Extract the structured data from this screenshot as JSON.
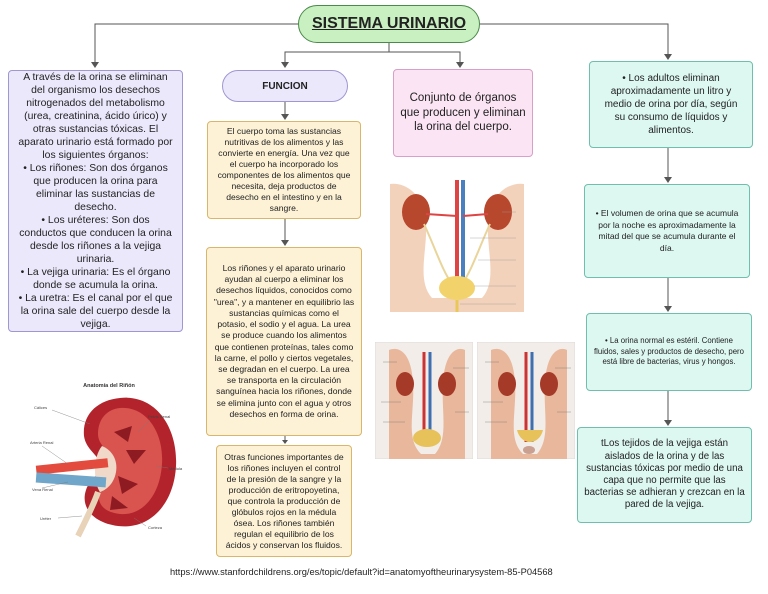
{
  "title": "SISTEMA URINARIO",
  "left_box": "A través de la orina se eliminan del organismo los desechos nitrogenados del metabolismo (urea, creatinina, ácido úrico) y otras sustancias tóxicas. El aparato urinario está formado por los siguientes órganos:\n• Los riñones: Son dos órganos que producen la orina para eliminar las sustancias de desecho.\n• Los uréteres: Son dos conductos que conducen la orina desde los riñones a la vejiga urinaria.\n• La vejiga urinaria: Es el órgano donde se acumula la orina.\n• La uretra: Es el canal por el que la orina sale del cuerpo desde la vejiga.",
  "funcion_label": "FUNCION",
  "funcion_boxes": [
    "El cuerpo toma las sustancias nutritivas de los alimentos y las convierte en energía. Una vez que el cuerpo ha incorporado los componentes de los alimentos que necesita, deja productos de desecho en el intestino y en la sangre.",
    "Los riñones y el aparato urinario ayudan al cuerpo a eliminar los desechos líquidos, conocidos como \"urea\", y a mantener en equilibrio las sustancias químicas como el potasio, el sodio y el agua. La urea se produce cuando los alimentos que contienen proteínas, tales como la carne, el pollo y ciertos vegetales, se degradan en el cuerpo. La urea se transporta en la circulación sanguínea hacia los riñones, donde se elimina junto con el agua y otros desechos en forma de orina.",
    "Otras funciones importantes de los riñones incluyen el control de la presión de la sangre y la producción de eritropoyetina, que controla la producción de glóbulos rojos en la médula ósea. Los riñones también regulan el equilibrio de los ácidos y conservan los fluidos."
  ],
  "definition_box": "Conjunto de órganos que producen y eliminan la orina del cuerpo.",
  "right_boxes": [
    "• Los adultos eliminan aproximadamente un litro y medio de orina por día, según su consumo de líquidos y alimentos.",
    "• El volumen de orina que se acumula por la noche es aproximadamente la mitad del que se acumula durante el día.",
    "• La orina normal es estéril. Contiene fluidos, sales y productos de desecho, pero está libre de bacterias, virus y hongos.",
    "tLos tejidos de la vejiga están aislados de la orina y de las sustancias tóxicas por medio de una capa que no permite que las bacterias se adhieran y crezcan en la pared de la vejiga."
  ],
  "kidney_figure": {
    "title": "Anatomía del Riñón",
    "labels": [
      "Cálices",
      "Pelvis Renal",
      "Arteria Renal",
      "Médula",
      "Vena Renal",
      "Uréter",
      "Corteza"
    ]
  },
  "url": "https://www.stanfordchildrens.org/es/topic/default?id=anatomyoftheurinarysystem-85-P04568"
}
